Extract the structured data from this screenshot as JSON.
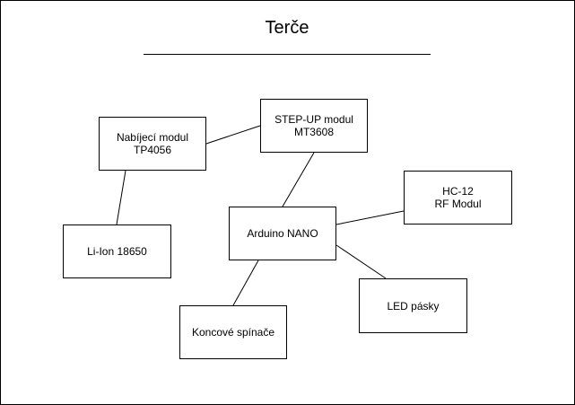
{
  "diagram": {
    "title": "Terče",
    "nodes": {
      "charger": {
        "line1": "Nabíjecí modul",
        "line2": "TP4056"
      },
      "stepup": {
        "line1": "STEP-UP modul",
        "line2": "MT3608"
      },
      "hc12": {
        "line1": "HC-12",
        "line2": "RF Modul"
      },
      "arduino": {
        "line1": "Arduino NANO"
      },
      "battery": {
        "line1": "Li-Ion 18650"
      },
      "led": {
        "line1": "LED pásky"
      },
      "switches": {
        "line1": "Koncové spínače"
      }
    },
    "edges": [
      {
        "from": "charger",
        "to": "stepup"
      },
      {
        "from": "charger",
        "to": "battery"
      },
      {
        "from": "stepup",
        "to": "arduino"
      },
      {
        "from": "arduino",
        "to": "hc12"
      },
      {
        "from": "arduino",
        "to": "led"
      },
      {
        "from": "arduino",
        "to": "switches"
      }
    ],
    "colors": {
      "stroke": "#000000",
      "background": "#ffffff"
    }
  }
}
